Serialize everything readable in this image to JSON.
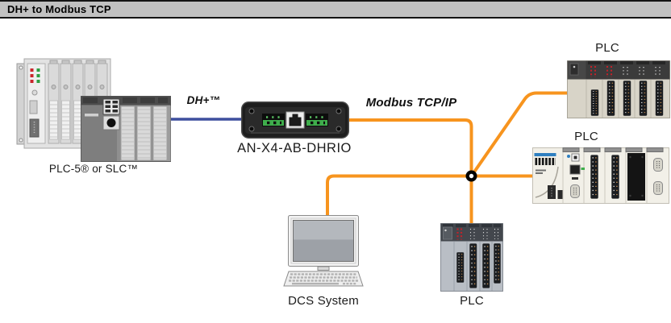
{
  "header": {
    "title": "DH+ to Modbus TCP"
  },
  "colors": {
    "modbus_orange": "#F7941E",
    "dh_blue": "#3E4F9E",
    "header_bg": "#C1C1C1",
    "label_text": "#1C1C1C",
    "junction_dot": "#000000"
  },
  "devices": {
    "plc5": {
      "label": "PLC-5® or SLC™"
    },
    "gateway": {
      "label": "AN-X4-AB-DHRIO"
    },
    "plc_top_right": {
      "label": "PLC"
    },
    "plc_mid_right": {
      "label": "PLC"
    },
    "plc_bottom": {
      "label": "PLC"
    },
    "dcs": {
      "label": "DCS System"
    }
  },
  "connections": {
    "dh_plus": {
      "label": "DH+™"
    },
    "modbus_tcp": {
      "label": "Modbus TCP/IP"
    }
  }
}
